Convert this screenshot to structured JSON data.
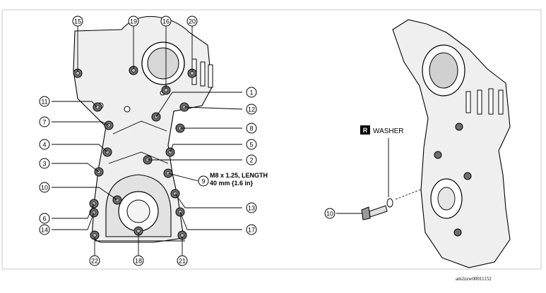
{
  "callouts": [
    "1",
    "2",
    "3",
    "4",
    "5",
    "6",
    "7",
    "8",
    "9",
    "10",
    "11",
    "12",
    "13",
    "14",
    "15",
    "16",
    "17",
    "18",
    "19",
    "20",
    "21",
    "22"
  ],
  "bolt_spec": {
    "label": "M8 x 1.25, LENGTH",
    "length": "40 mm {1.6 in}"
  },
  "washer": {
    "badge": "R",
    "label": "WASHER"
  },
  "image_code": "am2zzw00011152",
  "colors": {
    "line": "#000000",
    "part_fill": "#efefef",
    "bolt_fill": "#6e6e6e",
    "frame": "#c8c8c8"
  }
}
